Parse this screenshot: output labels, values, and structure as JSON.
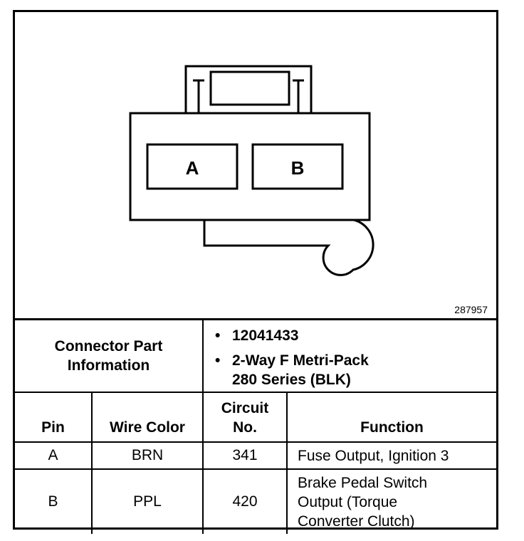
{
  "figure_id": "287957",
  "pins": [
    "A",
    "B"
  ],
  "connector_info": {
    "label_line1": "Connector Part",
    "label_line2": "Information",
    "part_number": "12041433",
    "description_line1": "2-Way F Metri-Pack",
    "description_line2": "280 Series (BLK)"
  },
  "headers": {
    "pin": "Pin",
    "wire_color": "Wire Color",
    "circuit_line1": "Circuit",
    "circuit_line2": "No.",
    "function": "Function"
  },
  "rows": [
    {
      "pin": "A",
      "wire_color": "BRN",
      "circuit": "341",
      "function": [
        "Fuse Output, Ignition 3"
      ]
    },
    {
      "pin": "B",
      "wire_color": "PPL",
      "circuit": "420",
      "function": [
        "Brake Pedal Switch",
        "Output (Torque",
        "Converter Clutch)"
      ]
    }
  ]
}
